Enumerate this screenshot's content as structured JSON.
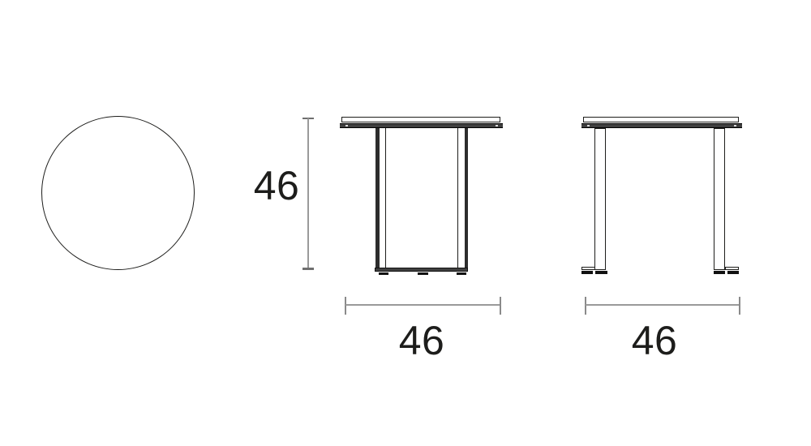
{
  "drawing": {
    "kind": "furniture-dimension-drawing",
    "views": {
      "top": {
        "shape": "circle"
      },
      "front": {
        "shape": "table-front-elevation"
      },
      "side": {
        "shape": "table-side-elevation"
      }
    },
    "dimensions": {
      "height": {
        "value": "46",
        "orientation": "vertical"
      },
      "front_width": {
        "value": "46",
        "orientation": "horizontal"
      },
      "side_depth": {
        "value": "46",
        "orientation": "horizontal"
      }
    },
    "colors": {
      "line": "#1d1d1b",
      "dark_fill": "#3f3f3f",
      "dim_line": "#9a9a9a",
      "label": "#1d1d1b",
      "background": "#ffffff"
    }
  }
}
